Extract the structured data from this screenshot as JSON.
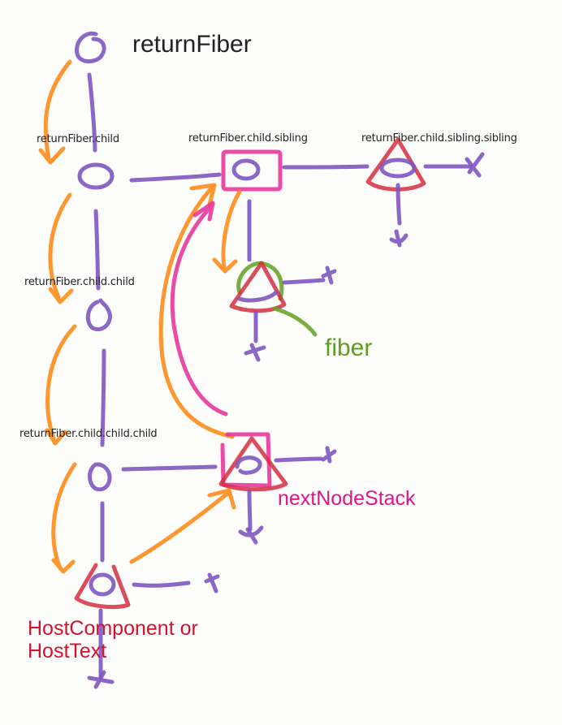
{
  "title": "returnFiber",
  "nodes": {
    "return_fiber": "returnFiber",
    "child": "returnFiber.child",
    "child_sibling": "returnFiber.child.sibling",
    "child_sibling_sibling": "returnFiber.child.sibling.sibling",
    "child_child": "returnFiber.child.child",
    "child_child_child": "returnFiber.child.child.child"
  },
  "annotations": {
    "fiber": "fiber",
    "next_node_stack": "nextNodeStack",
    "host_line1": "HostComponent or",
    "host_line2": "HostText"
  },
  "colors": {
    "tree_edges": "#7e57c2",
    "traversal_arrows": "#ff8c1a",
    "stack_marker": "#e8379a",
    "host_marker": "#d32f3f",
    "current_fiber": "#6aa52b"
  }
}
